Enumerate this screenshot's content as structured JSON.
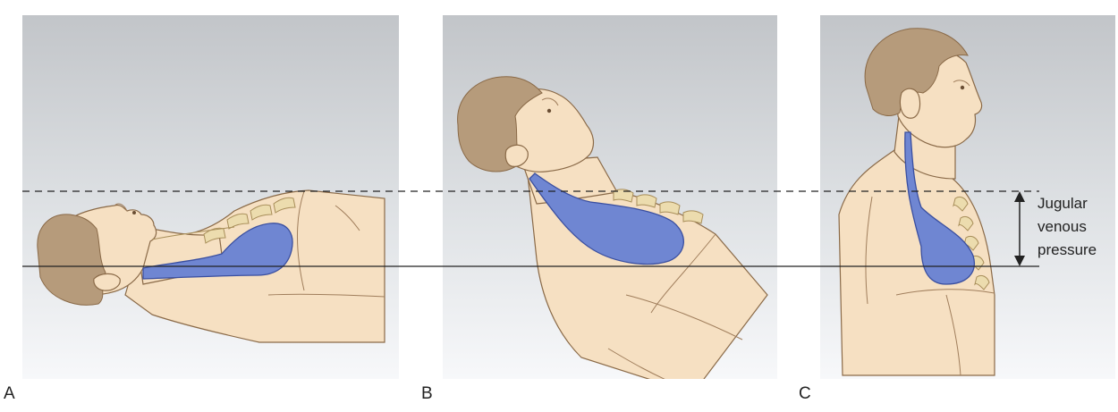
{
  "panels": [
    {
      "label": "A"
    },
    {
      "label": "B"
    },
    {
      "label": "C"
    }
  ],
  "annotation": {
    "line1": "Jugular",
    "line2": "venous",
    "line3": "pressure"
  },
  "colors": {
    "background_top": "#c2c5c9",
    "background_bottom": "#f7f8fa",
    "skin": "#f6e0c2",
    "hair": "#b69b7b",
    "vein": "#6f86d2",
    "rib": "#ecdcae"
  },
  "icons": {
    "arrow": "double-headed-arrow-icon"
  }
}
